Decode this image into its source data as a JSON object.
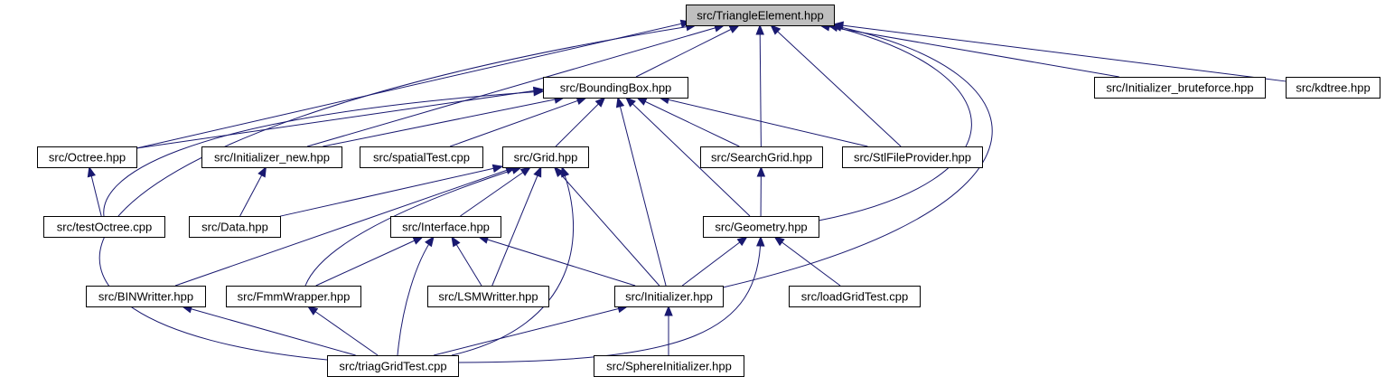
{
  "diagram": {
    "type": "include-dependency-graph",
    "root": "n0",
    "colors": {
      "edge": "#191970",
      "node_border": "#000000",
      "node_fill": "#ffffff",
      "root_fill": "#bfbfbf",
      "text": "#000000"
    },
    "nodes": [
      {
        "id": "n0",
        "label": "src/TriangleElement.hpp",
        "root": true
      },
      {
        "id": "n1",
        "label": "src/BoundingBox.hpp"
      },
      {
        "id": "n2",
        "label": "src/Initializer_bruteforce.hpp"
      },
      {
        "id": "n3",
        "label": "src/kdtree.hpp"
      },
      {
        "id": "n4",
        "label": "src/Octree.hpp"
      },
      {
        "id": "n5",
        "label": "src/Initializer_new.hpp"
      },
      {
        "id": "n6",
        "label": "src/spatialTest.cpp"
      },
      {
        "id": "n7",
        "label": "src/Grid.hpp"
      },
      {
        "id": "n8",
        "label": "src/SearchGrid.hpp"
      },
      {
        "id": "n9",
        "label": "src/StlFileProvider.hpp"
      },
      {
        "id": "n10",
        "label": "src/testOctree.cpp"
      },
      {
        "id": "n11",
        "label": "src/Data.hpp"
      },
      {
        "id": "n12",
        "label": "src/Interface.hpp"
      },
      {
        "id": "n13",
        "label": "src/Geometry.hpp"
      },
      {
        "id": "n14",
        "label": "src/BINWritter.hpp"
      },
      {
        "id": "n15",
        "label": "src/FmmWrapper.hpp"
      },
      {
        "id": "n16",
        "label": "src/LSMWritter.hpp"
      },
      {
        "id": "n17",
        "label": "src/Initializer.hpp"
      },
      {
        "id": "n18",
        "label": "src/loadGridTest.cpp"
      },
      {
        "id": "n19",
        "label": "src/triagGridTest.cpp"
      },
      {
        "id": "n20",
        "label": "src/SphereInitializer.hpp"
      }
    ],
    "edges": [
      {
        "from": "n1",
        "to": "n0"
      },
      {
        "from": "n2",
        "to": "n0"
      },
      {
        "from": "n3",
        "to": "n0"
      },
      {
        "from": "n4",
        "to": "n0"
      },
      {
        "from": "n5",
        "to": "n0"
      },
      {
        "from": "n8",
        "to": "n0"
      },
      {
        "from": "n9",
        "to": "n0"
      },
      {
        "from": "n13",
        "to": "n0"
      },
      {
        "from": "n17",
        "to": "n0"
      },
      {
        "from": "n19",
        "to": "n0"
      },
      {
        "from": "n4",
        "to": "n1"
      },
      {
        "from": "n5",
        "to": "n1"
      },
      {
        "from": "n6",
        "to": "n1"
      },
      {
        "from": "n7",
        "to": "n1"
      },
      {
        "from": "n8",
        "to": "n1"
      },
      {
        "from": "n9",
        "to": "n1"
      },
      {
        "from": "n10",
        "to": "n1"
      },
      {
        "from": "n13",
        "to": "n1"
      },
      {
        "from": "n17",
        "to": "n1"
      },
      {
        "from": "n10",
        "to": "n4"
      },
      {
        "from": "n11",
        "to": "n5"
      },
      {
        "from": "n11",
        "to": "n7"
      },
      {
        "from": "n12",
        "to": "n7"
      },
      {
        "from": "n14",
        "to": "n7"
      },
      {
        "from": "n15",
        "to": "n7"
      },
      {
        "from": "n16",
        "to": "n7"
      },
      {
        "from": "n17",
        "to": "n7"
      },
      {
        "from": "n19",
        "to": "n7"
      },
      {
        "from": "n13",
        "to": "n8"
      },
      {
        "from": "n15",
        "to": "n12"
      },
      {
        "from": "n16",
        "to": "n12"
      },
      {
        "from": "n17",
        "to": "n12"
      },
      {
        "from": "n19",
        "to": "n12"
      },
      {
        "from": "n17",
        "to": "n13"
      },
      {
        "from": "n18",
        "to": "n13"
      },
      {
        "from": "n19",
        "to": "n13"
      },
      {
        "from": "n19",
        "to": "n14"
      },
      {
        "from": "n19",
        "to": "n15"
      },
      {
        "from": "n19",
        "to": "n17"
      },
      {
        "from": "n20",
        "to": "n17"
      }
    ]
  }
}
